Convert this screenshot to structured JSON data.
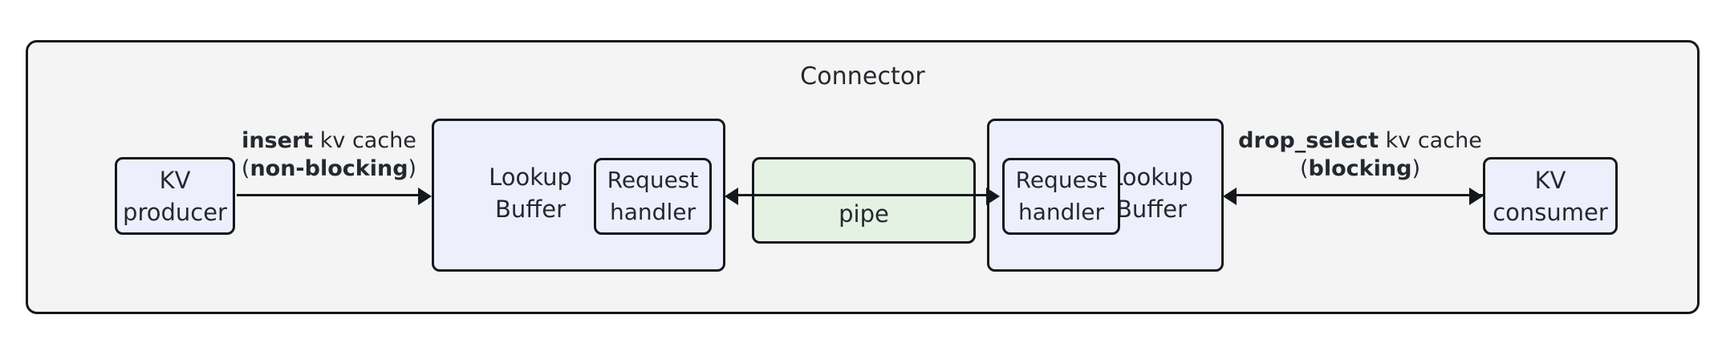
{
  "diagram": {
    "type": "block-diagram",
    "title": "Connector",
    "colors": {
      "container_fill": "#f4f4f4",
      "node_blue_fill": "#edf0fc",
      "node_green_fill": "#e3f2e3",
      "stroke": "#14181c",
      "text": "#24292f",
      "page_background": "#ffffff"
    },
    "nodes": {
      "kv_producer": "KV\nproducer",
      "lookup_buffer_left": "Lookup\nBuffer",
      "request_handler_left": "Request\nhandler",
      "pipe": "pipe",
      "request_handler_right": "Request\nhandler",
      "lookup_buffer_right": "Lookup\nBuffer",
      "kv_consumer": "KV\nconsumer"
    },
    "edges": {
      "insert": {
        "line1_strong": "insert",
        "line1_rest": " kv cache",
        "line2_open": "(",
        "line2_strong": "non-blocking",
        "line2_close": ")",
        "direction": "producer-to-lookup-buffer"
      },
      "drop_select": {
        "line1_strong": "drop_select",
        "line1_rest": " kv cache",
        "line2_open": "(",
        "line2_strong": "blocking",
        "line2_close": ")",
        "direction": "bidirectional"
      }
    }
  }
}
